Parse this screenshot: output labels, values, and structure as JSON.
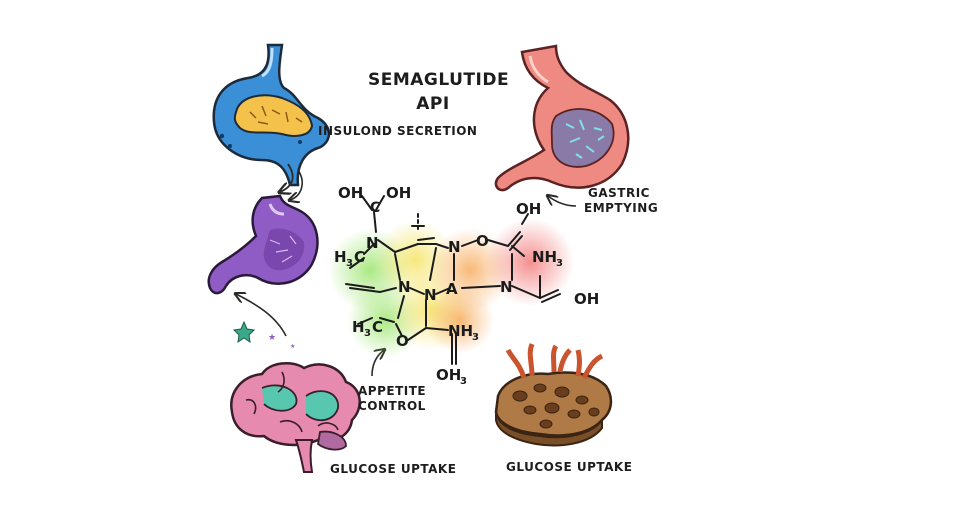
{
  "title": {
    "line1": "SEMAGLUTIDE",
    "line2": "API"
  },
  "labels": {
    "insulin": "INSULOND SECRETION",
    "gastric_line1": "GASTRIC",
    "gastric_line2": "EMPTYING",
    "appetite_line1": "APPETITE",
    "appetite_line2": "CONTROL",
    "glucose_left": "GLUCOSE UPTAKE",
    "glucose_right": "GLUCOSE UPTAKE"
  },
  "molecule": {
    "oh_top": "OH",
    "o_top": "O",
    "n_left": "N",
    "h3c_left": "H",
    "n_center_a": "N",
    "n_center_b": "N",
    "n_center_c": "N",
    "a_center": "A",
    "n_top": "N",
    "o_ring": "O",
    "oh_right_top": "OH",
    "nh3_right": "NH",
    "n_right": "N",
    "oh_right": "OH",
    "h3c_bottom": "H",
    "o_bottom": "O",
    "nh3_bottom": "NH",
    "oh3_bottom": "OH"
  },
  "colors": {
    "glow_green": "#8fe15a",
    "glow_yellow": "#f4e25a",
    "glow_orange": "#f6a24a",
    "glow_red": "#f06a6a",
    "pancreas_blue": "#3a8fd6",
    "pancreas_yellow": "#f4c24a",
    "stomach_purple": "#8f5bc4",
    "stomach_pink": "#ef8a82",
    "brain_pink": "#e78ab0",
    "brain_teal": "#57c7b0",
    "tissue_brown": "#9b6a3e"
  }
}
